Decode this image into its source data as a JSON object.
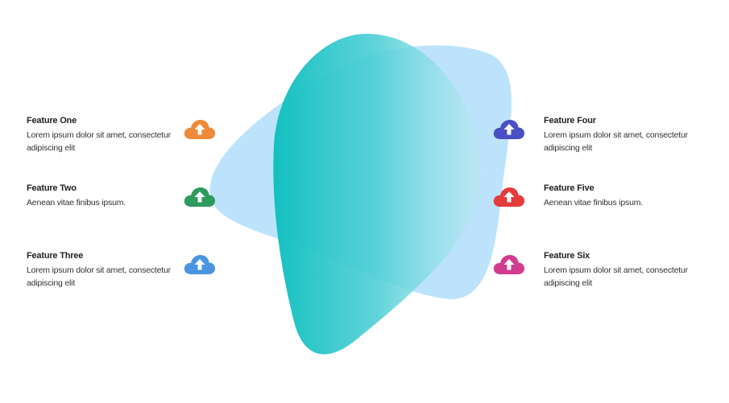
{
  "colors": {
    "blob_light_blue": "#b8e2fb",
    "blob_teal_start": "#0fbfbf",
    "blob_teal_end": "#b3ecf3",
    "icon_orange": "#ee8a3a",
    "icon_green": "#2e9a5e",
    "icon_blue": "#4a95e0",
    "icon_indigo": "#4a4fc4",
    "icon_red": "#e53b3b",
    "icon_magenta": "#d23c8e",
    "arrow": "#ffffff"
  },
  "features": [
    {
      "title": "Feature One",
      "description": "Lorem ipsum dolor sit amet, consectetur adipiscing elit",
      "icon": "cloud-upload-icon",
      "color": "#ee8a3a"
    },
    {
      "title": "Feature Two",
      "description": "Aenean vitae finibus ipsum.",
      "icon": "cloud-upload-icon",
      "color": "#2e9a5e"
    },
    {
      "title": "Feature Three",
      "description": "Lorem ipsum dolor sit amet, consectetur adipiscing elit",
      "icon": "cloud-upload-icon",
      "color": "#4a95e0"
    },
    {
      "title": "Feature Four",
      "description": "Lorem ipsum dolor sit amet, consectetur adipiscing elit",
      "icon": "cloud-upload-icon",
      "color": "#4a4fc4"
    },
    {
      "title": "Feature Five",
      "description": "Aenean vitae finibus ipsum.",
      "icon": "cloud-upload-icon",
      "color": "#e53b3b"
    },
    {
      "title": "Feature Six",
      "description": "Lorem ipsum dolor sit amet, consectetur adipiscing elit",
      "icon": "cloud-upload-icon",
      "color": "#d23c8e"
    }
  ]
}
